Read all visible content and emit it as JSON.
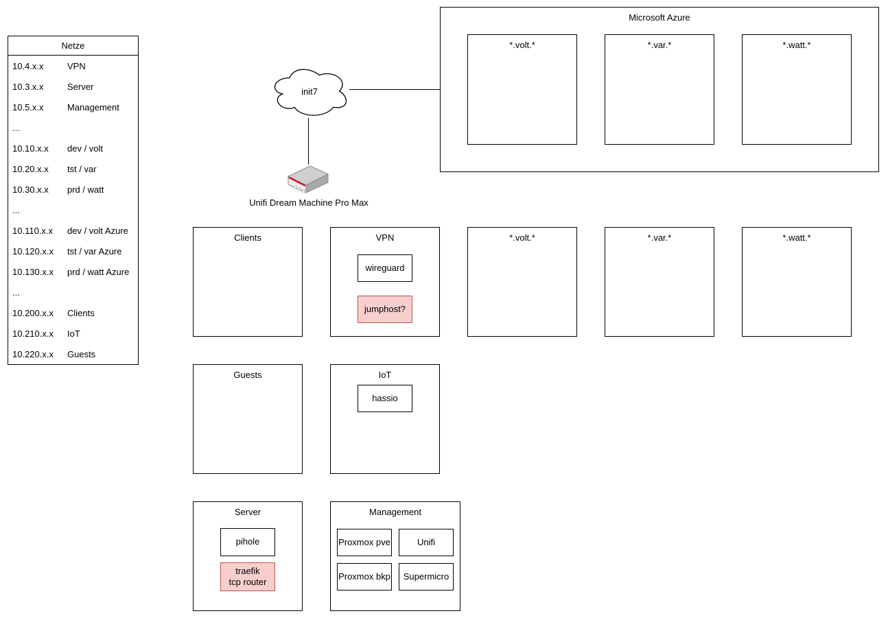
{
  "colors": {
    "background": "#ffffff",
    "box_border": "#000000",
    "highlight_fill": "#f8cecc",
    "highlight_border": "#b85450",
    "router_stripe": "#d71a20"
  },
  "netze": {
    "title": "Netze",
    "rows": [
      {
        "ip": "10.4.x.x",
        "name": "VPN"
      },
      {
        "ip": "10.3.x.x",
        "name": "Server"
      },
      {
        "ip": "10.5.x.x",
        "name": "Management"
      },
      {
        "ip": "...",
        "name": ""
      },
      {
        "ip": "10.10.x.x",
        "name": "dev / volt"
      },
      {
        "ip": "10.20.x.x",
        "name": "tst / var"
      },
      {
        "ip": "10.30.x.x",
        "name": "prd / watt"
      },
      {
        "ip": "...",
        "name": ""
      },
      {
        "ip": "10.110.x.x",
        "name": "dev / volt Azure"
      },
      {
        "ip": "10.120.x.x",
        "name": "tst / var Azure"
      },
      {
        "ip": "10.130.x.x",
        "name": "prd / watt Azure"
      },
      {
        "ip": "...",
        "name": ""
      },
      {
        "ip": "10.200.x.x",
        "name": "Clients"
      },
      {
        "ip": "10.210.x.x",
        "name": "IoT"
      },
      {
        "ip": "10.220.x.x",
        "name": "Guests"
      }
    ]
  },
  "wan": {
    "cloud_label": "init7",
    "router_label": "Unifi Dream Machine Pro Max"
  },
  "azure": {
    "title": "Microsoft Azure",
    "environments": [
      {
        "label": "*.volt.*"
      },
      {
        "label": "*.var.*"
      },
      {
        "label": "*.watt.*"
      }
    ]
  },
  "zones": {
    "clients": {
      "label": "Clients"
    },
    "vpn": {
      "label": "VPN",
      "nodes": [
        {
          "label": "wireguard",
          "highlighted": false
        },
        {
          "label": "jumphost?",
          "highlighted": true
        }
      ]
    },
    "volt": {
      "label": "*.volt.*"
    },
    "var": {
      "label": "*.var.*"
    },
    "watt": {
      "label": "*.watt.*"
    },
    "guests": {
      "label": "Guests"
    },
    "iot": {
      "label": "IoT",
      "nodes": [
        {
          "label": "hassio",
          "highlighted": false
        }
      ]
    },
    "server": {
      "label": "Server",
      "nodes": [
        {
          "label": "pihole",
          "highlighted": false
        },
        {
          "label": "traefik\ntcp router",
          "highlighted": true
        }
      ]
    },
    "management": {
      "label": "Management",
      "nodes": [
        {
          "label": "Proxmox pve",
          "highlighted": false
        },
        {
          "label": "Unifi",
          "highlighted": false
        },
        {
          "label": "Proxmox bkp",
          "highlighted": false
        },
        {
          "label": "Supermicro",
          "highlighted": false
        }
      ]
    }
  }
}
